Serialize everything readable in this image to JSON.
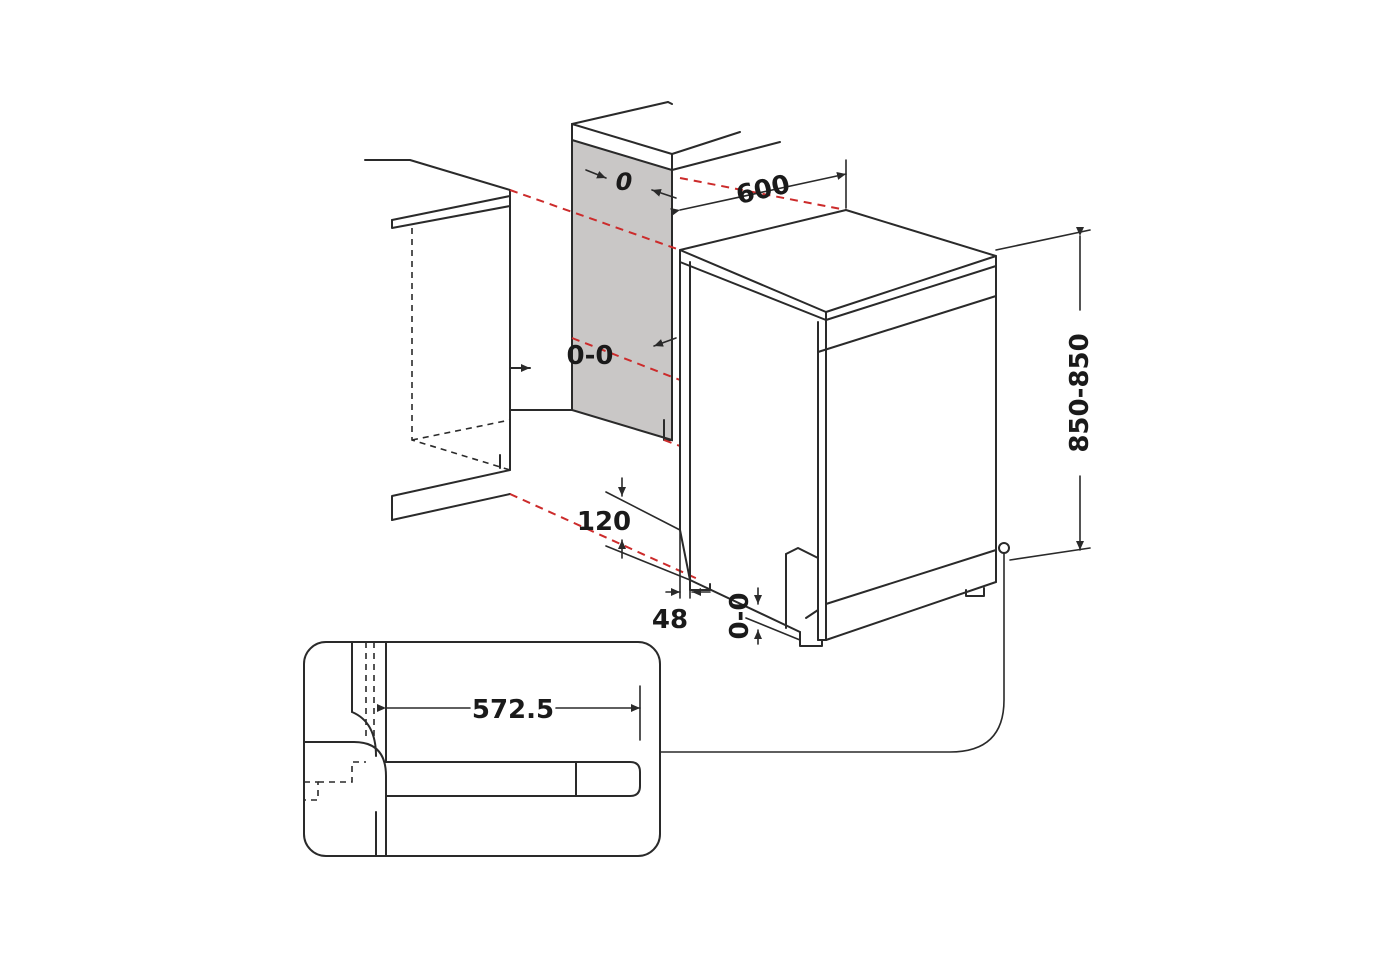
{
  "dimensions": {
    "width": "600",
    "height": "850-850",
    "side_gap": "0-0",
    "panel_gap": "0",
    "plinth_height": "120",
    "plinth_offset": "48",
    "foot_adjust": "0-0",
    "depth_detail": "572.5"
  },
  "colors": {
    "line": "#2a2a2a",
    "red_guide": "#cc2b2b",
    "side_panel": "#c9c7c6"
  }
}
